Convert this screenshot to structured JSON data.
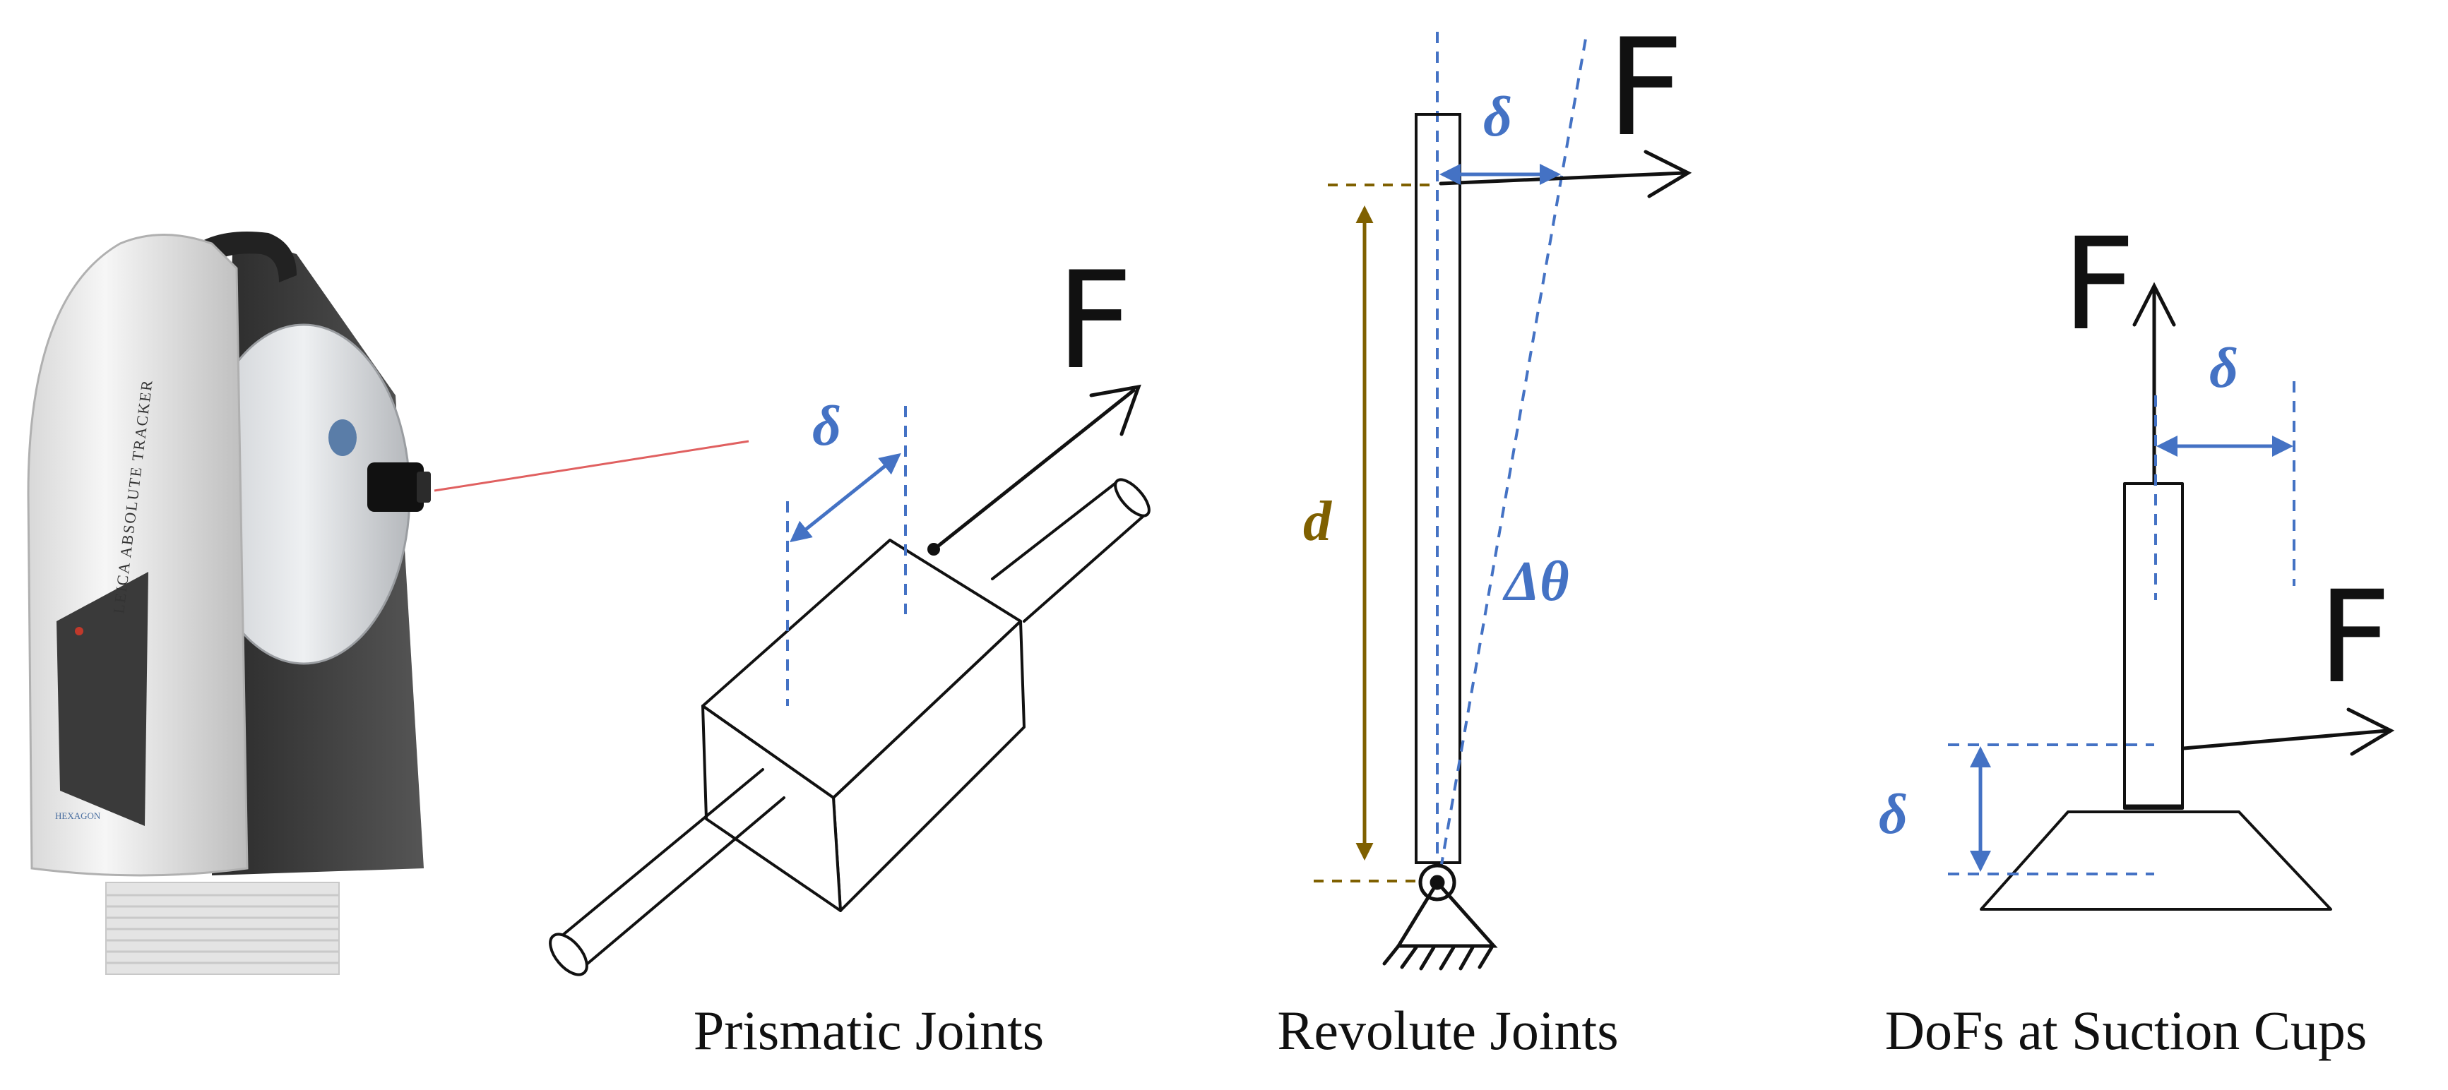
{
  "tracker": {
    "brand_text": "LEICA ABSOLUTE TRACKER",
    "base_text": "HEXAGON"
  },
  "labels": {
    "force": "F",
    "displacement": "δ",
    "distance": "d",
    "angle": "Δθ"
  },
  "captions": {
    "prismatic": "Prismatic Joints",
    "revolute": "Revolute Joints",
    "suction": "DoFs at Suction Cups"
  },
  "colors": {
    "accent_blue": "#4472c4",
    "distance_brown": "#7f6000",
    "ink": "#111111",
    "laser": "#e06060"
  }
}
